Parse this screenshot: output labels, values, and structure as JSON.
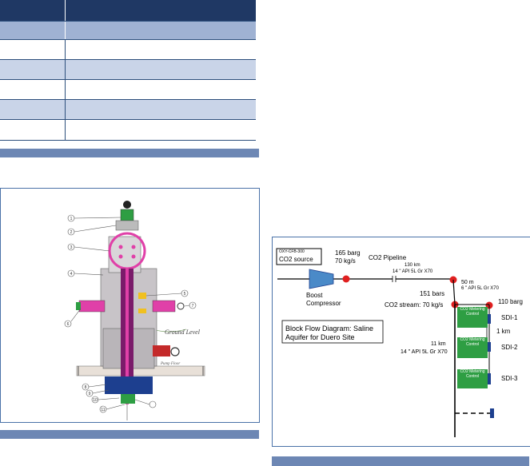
{
  "table": {
    "rows": [
      {
        "style": "header"
      },
      {
        "style": "mid"
      },
      {
        "style": "white"
      },
      {
        "style": "shaded"
      },
      {
        "style": "white"
      },
      {
        "style": "shaded"
      },
      {
        "style": "white"
      }
    ]
  },
  "wellhead": {
    "label_ground_level": "Ground Level",
    "label_pump_floor": "Pump Floor",
    "callouts": [
      "1",
      "2",
      "3",
      "4",
      "5",
      "6",
      "7",
      "8",
      "9",
      "10",
      "11"
    ]
  },
  "diagram": {
    "source_label": "CO2 source",
    "source_small": "OXY-CFB-300",
    "pressure_top": "165 barg",
    "flow_top": "70 kg/s",
    "pipeline_label": "CO2 Pipeline",
    "pipe1_len": "130 km",
    "pipe1_spec": "14 \" API 5L Gr X70",
    "compressor_label_1": "Boost",
    "compressor_label_2": "Compressor",
    "elev": "50 m",
    "pipe2_spec": "6 \" API 5L Gr X70",
    "bars_151": "151 bars",
    "stream_label": "CO2 stream: 70 kg/s",
    "barg_110": "110 barg",
    "sdi1": "SDI-1",
    "sdi2": "SDI-2",
    "sdi3": "SDI-3",
    "spacing": "1 km",
    "pipe3_len": "11 km",
    "pipe3_spec": "14 \" API 5L Gr X70",
    "title_line1": "Block Flow Diagram: Saline",
    "title_line2": "Aquifer for Duero Site",
    "green_box": "CO2 Metering Control"
  },
  "colors": {
    "header": "#1f3864",
    "accent_bar": "#6d87b4",
    "valve_magenta": "#e040a8",
    "green": "#2e9e43",
    "red_node": "#e02020",
    "pipe_blue": "#1d3f8f"
  }
}
